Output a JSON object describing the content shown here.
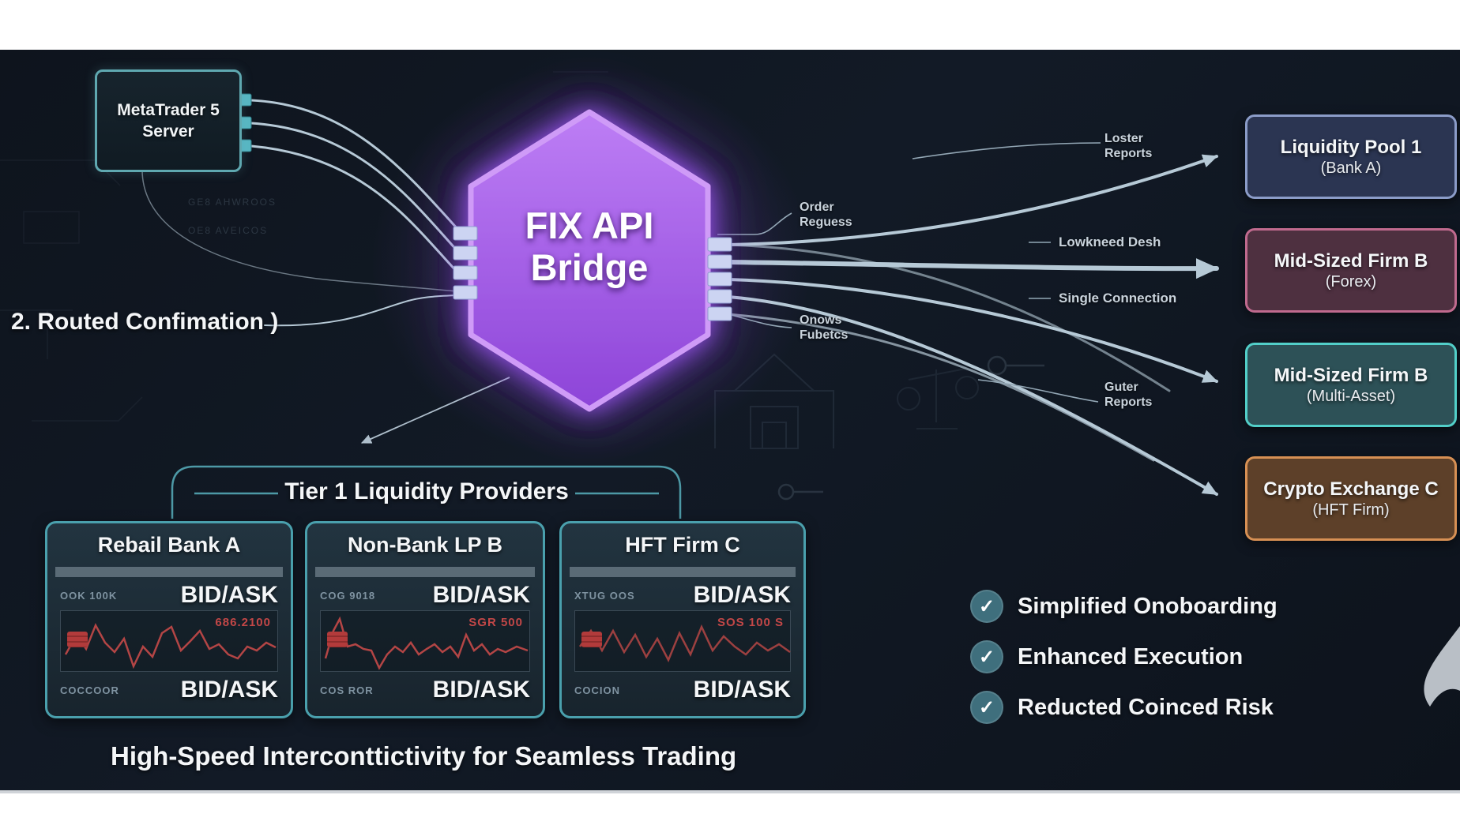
{
  "mt5": {
    "line1": "MetaTrader 5",
    "line2": "Server"
  },
  "hexagon": {
    "line1": "FIX API",
    "line2": "Bridge"
  },
  "left_note": {
    "text": "2. Routed Confimation )"
  },
  "flow_labels": {
    "order": {
      "line1": "Order",
      "line2": "Reguess"
    },
    "loster": {
      "line1": "Loster",
      "line2": "Reports"
    },
    "lowkneed": {
      "text": "Lowkneed Desh"
    },
    "single": {
      "text": "Single Connection"
    },
    "onows": {
      "line1": "Onows",
      "line2": "Fubetcs"
    },
    "guter": {
      "line1": "Guter",
      "line2": "Reports"
    }
  },
  "right_boxes": [
    {
      "title": "Liquidity Pool 1",
      "subtitle": "(Bank A)",
      "border": "#8b9cc8",
      "fill": "#2b3552"
    },
    {
      "title": "Mid-Sized Firm B",
      "subtitle": "(Forex)",
      "border": "#c06a8e",
      "fill": "#4e3040"
    },
    {
      "title": "Mid-Sized Firm B",
      "subtitle": "(Multi-Asset)",
      "border": "#52cfc9",
      "fill": "#2d5157"
    },
    {
      "title": "Crypto Exchange C",
      "subtitle": "(HFT Firm)",
      "border": "#d79054",
      "fill": "#5d4029"
    }
  ],
  "tier_group": {
    "label": "Tier 1 Liquidity Providers"
  },
  "lp_cards": [
    {
      "title": "Rebail Bank A",
      "top_code": "OOK 100K",
      "top_quote": "BID/ASK",
      "chart_value": "686.2100",
      "bottom_code": "COCCOOR",
      "bottom_quote": "BID/ASK"
    },
    {
      "title": "Non-Bank LP B",
      "top_code": "COG 9018",
      "top_quote": "BID/ASK",
      "chart_value": "SGR 500",
      "bottom_code": "COS ROR",
      "bottom_quote": "BID/ASK"
    },
    {
      "title": "HFT Firm C",
      "top_code": "XTUG OOS",
      "top_quote": "BID/ASK",
      "chart_value": "SOS 100 S",
      "bottom_code": "COCION",
      "bottom_quote": "BID/ASK"
    }
  ],
  "benefits": [
    {
      "label": "Simplified Onoboarding"
    },
    {
      "label": "Enhanced Execution"
    },
    {
      "label": "Reducted Coinced Risk"
    }
  ],
  "caption": {
    "text": "High-Speed Interconttictivity for Seamless Trading"
  },
  "decor": {
    "t1": "GE8 AHWROOS",
    "t2": "OE8 AVEICOS"
  },
  "colors": {
    "canvas_bg": "#10161f",
    "hexagon_fill": "#a55ff0",
    "hexagon_stroke": "#cf9bf7",
    "wire": "#b6c9d6",
    "teal_accent": "#4aa0ad",
    "check_fill": "#3f6f7d",
    "chart_red": "#b34545",
    "port_fill": "#ccd4f2",
    "mt5_port": "#58b7c4"
  }
}
